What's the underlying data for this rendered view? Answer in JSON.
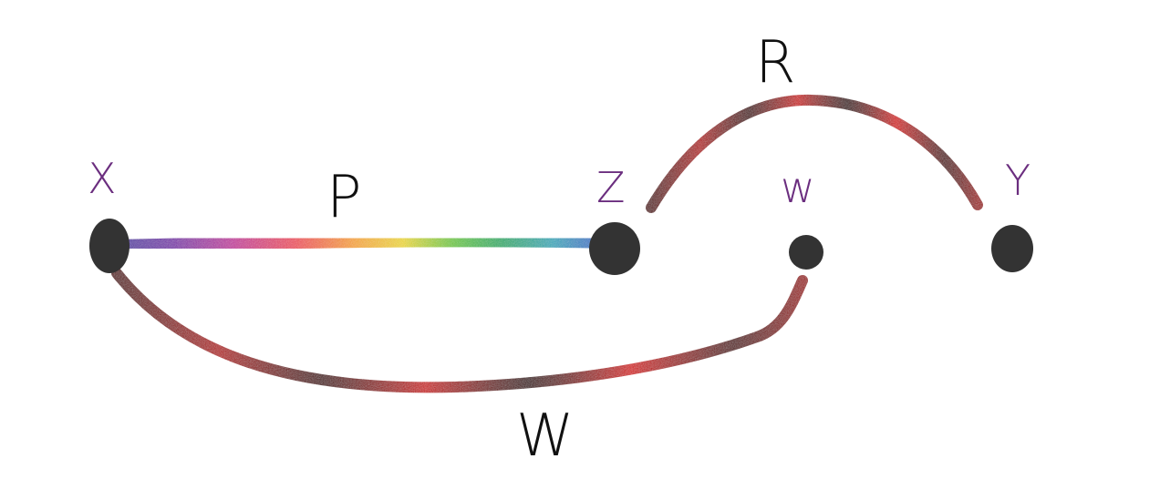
{
  "diagram": {
    "vertices": {
      "x": {
        "label": "X",
        "color": "#333333"
      },
      "z": {
        "label": "Z",
        "color": "#333333"
      },
      "w": {
        "label": "w",
        "color": "#333333"
      },
      "y": {
        "label": "Y",
        "color": "#333333"
      }
    },
    "edges": {
      "p": {
        "label": "P",
        "from": "X",
        "to": "Z",
        "style": "rainbow-glitter"
      },
      "r": {
        "label": "R",
        "from": "Z",
        "to": "Y",
        "style": "dark-red"
      },
      "w": {
        "label": "W",
        "from": "X",
        "to": "w",
        "style": "dark-red"
      }
    },
    "colors": {
      "vertex_fill": "#333333",
      "vertex_label": "#6b2e7f",
      "edge_label": "#111111",
      "red_edge_dark": "#3a0505",
      "red_edge_bright": "#d10f0f",
      "z_label_accent": "#1e7fa8"
    }
  }
}
